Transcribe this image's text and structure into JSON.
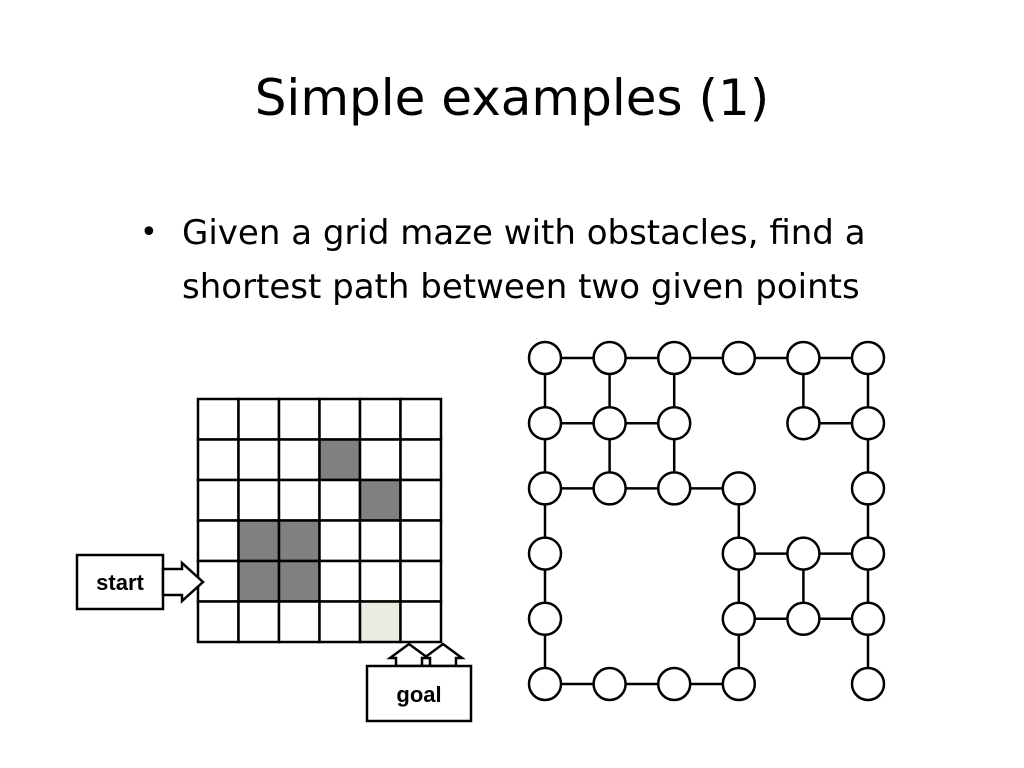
{
  "slide": {
    "title": "Simple examples (1)",
    "bullet_symbol": "•",
    "bullet_lines": [
      "Given a grid maze with obstacles, find a",
      "shortest path between two given points"
    ]
  },
  "maze": {
    "rows": 6,
    "cols": 6,
    "obstacle_cells": [
      [
        1,
        3
      ],
      [
        2,
        4
      ],
      [
        3,
        1
      ],
      [
        3,
        2
      ],
      [
        4,
        1
      ],
      [
        4,
        2
      ]
    ],
    "goal_cell": [
      5,
      4
    ],
    "start_label": "start",
    "goal_label": "goal"
  },
  "graph": {
    "rows": 6,
    "cols": 6,
    "nodes": [
      [
        0,
        0
      ],
      [
        0,
        1
      ],
      [
        0,
        2
      ],
      [
        0,
        3
      ],
      [
        0,
        4
      ],
      [
        0,
        5
      ],
      [
        1,
        0
      ],
      [
        1,
        1
      ],
      [
        1,
        2
      ],
      [
        1,
        4
      ],
      [
        1,
        5
      ],
      [
        2,
        0
      ],
      [
        2,
        1
      ],
      [
        2,
        2
      ],
      [
        2,
        3
      ],
      [
        2,
        5
      ],
      [
        3,
        0
      ],
      [
        3,
        3
      ],
      [
        3,
        4
      ],
      [
        3,
        5
      ],
      [
        4,
        0
      ],
      [
        4,
        3
      ],
      [
        4,
        4
      ],
      [
        4,
        5
      ],
      [
        5,
        0
      ],
      [
        5,
        1
      ],
      [
        5,
        2
      ],
      [
        5,
        3
      ],
      [
        5,
        5
      ]
    ],
    "edges": [
      [
        [
          0,
          0
        ],
        [
          0,
          1
        ]
      ],
      [
        [
          0,
          1
        ],
        [
          0,
          2
        ]
      ],
      [
        [
          0,
          2
        ],
        [
          0,
          3
        ]
      ],
      [
        [
          0,
          3
        ],
        [
          0,
          4
        ]
      ],
      [
        [
          0,
          4
        ],
        [
          0,
          5
        ]
      ],
      [
        [
          0,
          0
        ],
        [
          1,
          0
        ]
      ],
      [
        [
          0,
          1
        ],
        [
          1,
          1
        ]
      ],
      [
        [
          0,
          2
        ],
        [
          1,
          2
        ]
      ],
      [
        [
          0,
          4
        ],
        [
          1,
          4
        ]
      ],
      [
        [
          0,
          5
        ],
        [
          1,
          5
        ]
      ],
      [
        [
          1,
          0
        ],
        [
          1,
          1
        ]
      ],
      [
        [
          1,
          1
        ],
        [
          1,
          2
        ]
      ],
      [
        [
          1,
          4
        ],
        [
          1,
          5
        ]
      ],
      [
        [
          1,
          0
        ],
        [
          2,
          0
        ]
      ],
      [
        [
          1,
          1
        ],
        [
          2,
          1
        ]
      ],
      [
        [
          1,
          2
        ],
        [
          2,
          2
        ]
      ],
      [
        [
          1,
          5
        ],
        [
          2,
          5
        ]
      ],
      [
        [
          2,
          0
        ],
        [
          2,
          1
        ]
      ],
      [
        [
          2,
          1
        ],
        [
          2,
          2
        ]
      ],
      [
        [
          2,
          2
        ],
        [
          2,
          3
        ]
      ],
      [
        [
          2,
          0
        ],
        [
          3,
          0
        ]
      ],
      [
        [
          2,
          3
        ],
        [
          3,
          3
        ]
      ],
      [
        [
          2,
          5
        ],
        [
          3,
          5
        ]
      ],
      [
        [
          3,
          3
        ],
        [
          3,
          4
        ]
      ],
      [
        [
          3,
          4
        ],
        [
          3,
          5
        ]
      ],
      [
        [
          3,
          0
        ],
        [
          4,
          0
        ]
      ],
      [
        [
          3,
          3
        ],
        [
          4,
          3
        ]
      ],
      [
        [
          3,
          4
        ],
        [
          4,
          4
        ]
      ],
      [
        [
          3,
          5
        ],
        [
          4,
          5
        ]
      ],
      [
        [
          4,
          3
        ],
        [
          4,
          4
        ]
      ],
      [
        [
          4,
          4
        ],
        [
          4,
          5
        ]
      ],
      [
        [
          4,
          0
        ],
        [
          5,
          0
        ]
      ],
      [
        [
          4,
          3
        ],
        [
          5,
          3
        ]
      ],
      [
        [
          4,
          5
        ],
        [
          5,
          5
        ]
      ],
      [
        [
          5,
          0
        ],
        [
          5,
          1
        ]
      ],
      [
        [
          5,
          1
        ],
        [
          5,
          2
        ]
      ],
      [
        [
          5,
          2
        ],
        [
          5,
          3
        ]
      ]
    ]
  }
}
